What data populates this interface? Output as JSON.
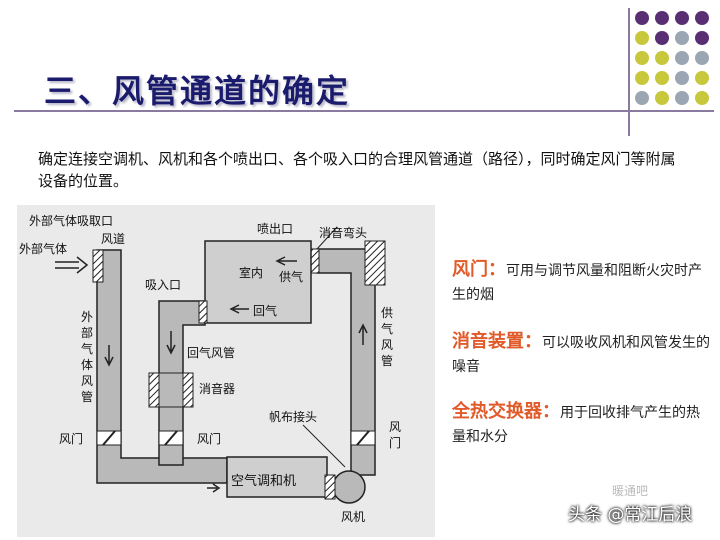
{
  "title": "三、风管通道的确定",
  "intro": "确定连接空调机、风机和各个喷出口、各个吸入口的合理风管通道（路径），同时确定风门等附属设备的位置。",
  "diagram": {
    "outside_intake": "外部气体吸取口",
    "duct": "风道",
    "outside_air": "外部气体",
    "outside_duct_v": [
      "外",
      "部",
      "气",
      "体",
      "风",
      "管"
    ],
    "supply_outlet": "喷出口",
    "elbow_silencer": "消音弯头",
    "intake": "吸入口",
    "room": "室内",
    "supply_air": "供气",
    "return_air": "回气",
    "return_duct": "回气风管",
    "silencer": "消音器",
    "supply_duct_v": [
      "供",
      "气",
      "风",
      "管"
    ],
    "damper_left": "风门",
    "damper_mid": "风门",
    "damper_right_v": [
      "风",
      "门"
    ],
    "canvas_joint": "帆布接头",
    "ahu": "空气调和机",
    "fan": "风机"
  },
  "notes": [
    {
      "term": "风门：",
      "text": "可用与调节风量和阻断火灾时产生的烟"
    },
    {
      "term": "消音装置：",
      "text": "可以吸收风机和风管发生的噪音"
    },
    {
      "term": "全热交换器：",
      "text": "用于回收排气产生的热量和水分"
    }
  ],
  "watermark": "头条 @常江后浪",
  "watermark_small": "暖通吧",
  "colors": {
    "title": "#1b1b6e",
    "term": "#e05a2a",
    "dot_purple": "#5a2e72",
    "dot_olive": "#c8c83c",
    "dot_grey": "#9aa6b2"
  }
}
